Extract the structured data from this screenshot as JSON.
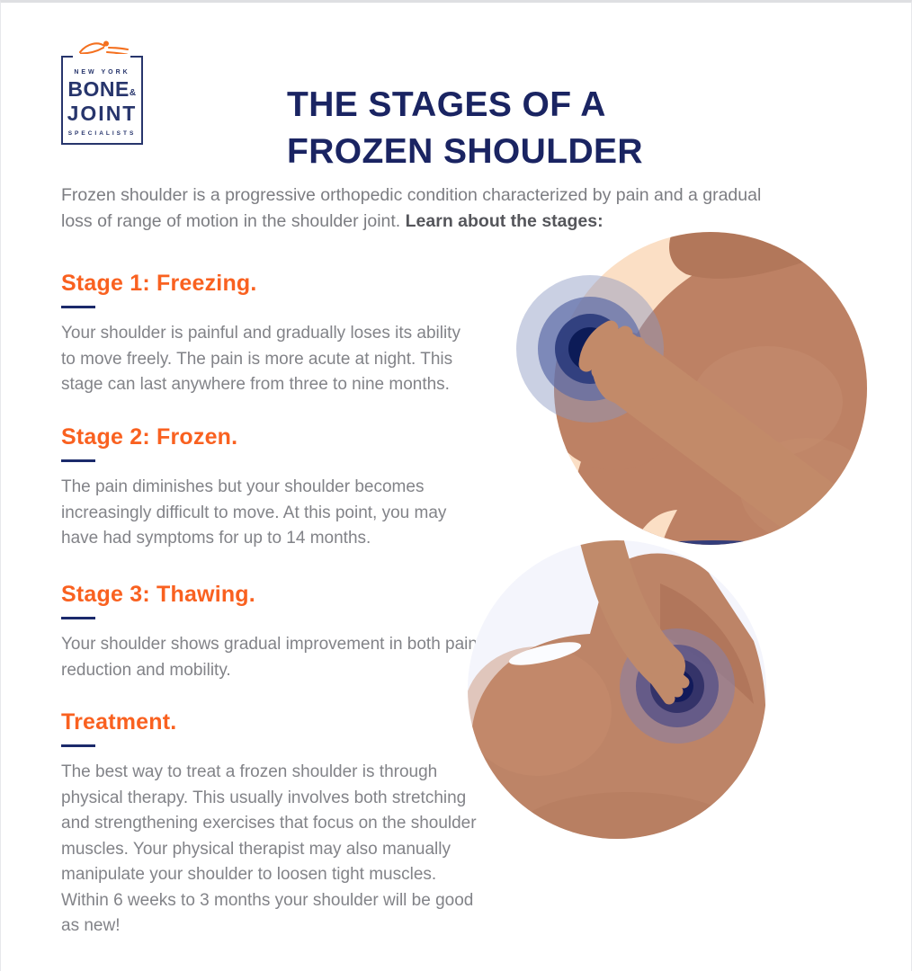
{
  "logo": {
    "icon": "swimmer-figure-icon",
    "top_label": "NEW YORK",
    "name_line1": "BONE",
    "ampersand": "&",
    "name_line2": "JOINT",
    "bottom_label": "SPECIALISTS"
  },
  "header": {
    "title_line1": "THE STAGES OF A",
    "title_line2": "FROZEN SHOULDER"
  },
  "intro": {
    "text_regular": "Frozen shoulder is a progressive orthopedic condition characterized by pain and a gradual loss of range of motion in the shoulder joint. ",
    "text_bold": "Learn about the stages:"
  },
  "sections": [
    {
      "heading": "Stage 1: Freezing.",
      "body": "Your shoulder is painful and gradually loses its ability to move freely. The pain is more acute at night. This stage can last anywhere from three to nine months."
    },
    {
      "heading": "Stage 2: Frozen.",
      "body": "The pain diminishes but your shoulder becomes increasingly difficult to move. At this point, you may have had symptoms for up to 14 months."
    },
    {
      "heading": "Stage 3: Thawing.",
      "body": "Your shoulder shows gradual improvement in both pain reduction and mobility."
    },
    {
      "heading": "Treatment.",
      "body": " The best way to treat a frozen shoulder is through physical therapy. This usually involves both stretching and strengthening exercises that focus on the shoulder muscles. Your physical therapist may also manually manipulate your shoulder to loosen tight muscles. Within 6 weeks to 3 months your shoulder will be good as new!"
    }
  ],
  "illustrations": [
    {
      "name": "front-shoulder-pain-illustration",
      "description": "Front view of a person clutching a painful shoulder, with blue concentric pain rings radiating from the joint"
    },
    {
      "name": "back-shoulder-pain-illustration",
      "description": "Back view of a person reaching over the shoulder to touch the painful shoulder blade, with purple concentric pain rings"
    }
  ],
  "colors": {
    "accent_orange": "#F96120",
    "brand_navy": "#1B2A6B",
    "title_navy": "#1A2462",
    "body_gray": "#828388",
    "pain_ring_dark": "#0C1B57",
    "skin_tone": "#BD8265"
  }
}
